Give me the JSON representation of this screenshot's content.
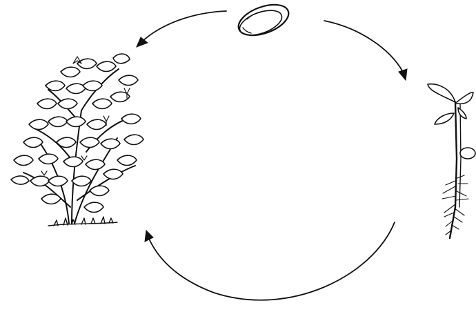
{
  "diagram": {
    "stages": [
      {
        "key": "seed",
        "icon": "seed-icon"
      },
      {
        "key": "seedling",
        "icon": "seedling-icon"
      },
      {
        "key": "mature_plant",
        "icon": "bushy-plant-icon"
      }
    ],
    "arrows": [
      {
        "from": "seed",
        "to": "mature_plant"
      },
      {
        "from": "seed",
        "to": "seedling"
      },
      {
        "from": "seedling",
        "to": "mature_plant"
      }
    ],
    "colors": {
      "ink": "#111111",
      "background": "#ffffff"
    }
  }
}
